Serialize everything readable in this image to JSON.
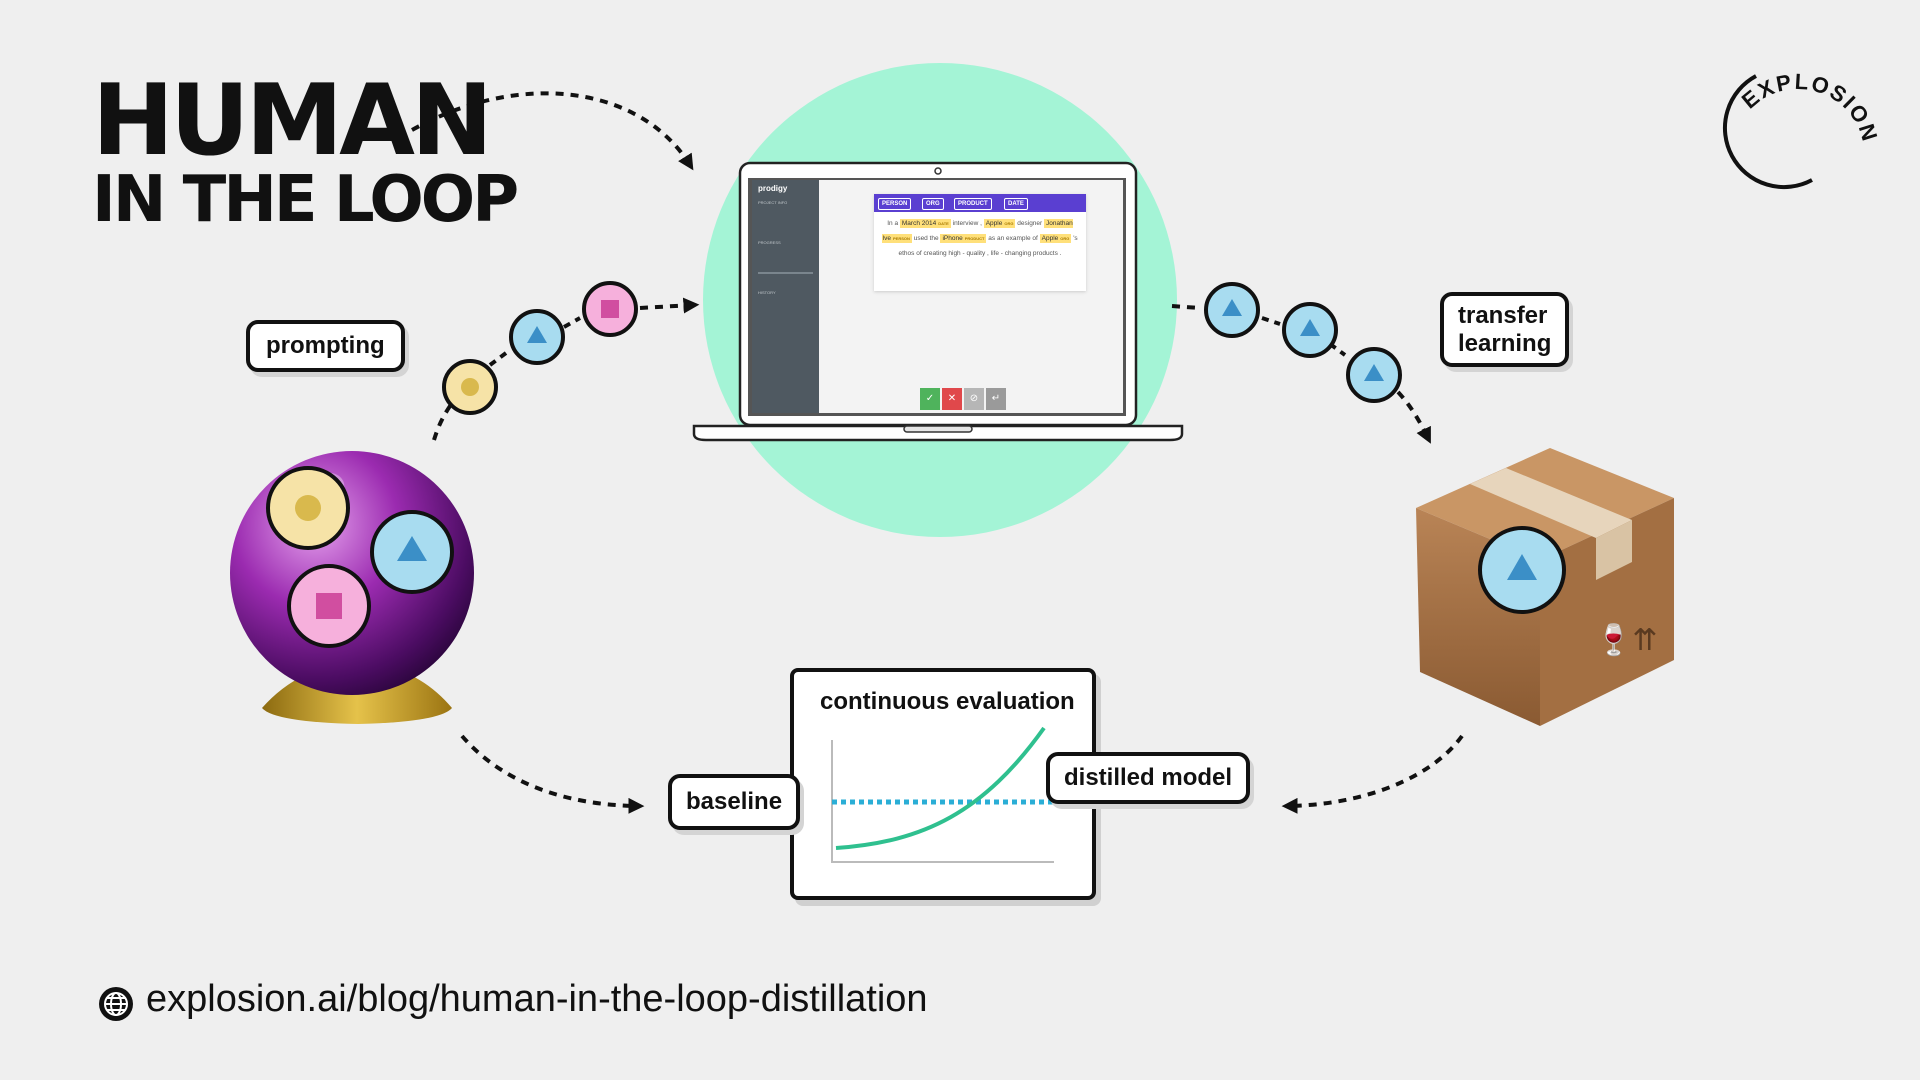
{
  "title": {
    "line1": "HUMAN",
    "line2": "IN THE LOOP"
  },
  "logo": {
    "text": "EXPLOSION",
    "icon": "explosion-circle-logo"
  },
  "bubbles": {
    "prompting": "prompting",
    "transfer": [
      "transfer",
      "learning"
    ],
    "baseline": "baseline",
    "distilled": "distilled model"
  },
  "evaluation": {
    "title": "continuous evaluation"
  },
  "annotation_app": {
    "brand": "prodigy",
    "sidebar_headings": [
      "PROJECT INFO",
      "PROGRESS",
      "HISTORY"
    ],
    "labels": [
      "PERSON",
      "ORG",
      "PRODUCT",
      "DATE"
    ],
    "text_parts": [
      "In a",
      "interview ,",
      "designer",
      "used the",
      "as an",
      "example of",
      "'s ethos of creating high - quality",
      ", life - changing products ."
    ],
    "entities": [
      {
        "text": "March 2014",
        "tag": "DATE"
      },
      {
        "text": "Apple",
        "tag": "ORG"
      },
      {
        "text": "Jonathan Ive",
        "tag": "PERSON"
      },
      {
        "text": "iPhone",
        "tag": "PRODUCT"
      },
      {
        "text": "Apple",
        "tag": "ORG"
      }
    ],
    "buttons": [
      "✓",
      "✕",
      "⊘",
      "↵"
    ]
  },
  "footer": {
    "url": "explosion.ai/blog/human-in-the-loop-distillation",
    "icon": "globe-icon"
  },
  "colors": {
    "background": "#efefef",
    "mint": "#a4f4d6",
    "yellow": "#f6e3a7",
    "blue": "#a8dcf0",
    "pink": "#f6b0dc",
    "curve": "#2fc08f",
    "baseline_line": "#2aaed6",
    "accent": "#5a3fd1"
  }
}
